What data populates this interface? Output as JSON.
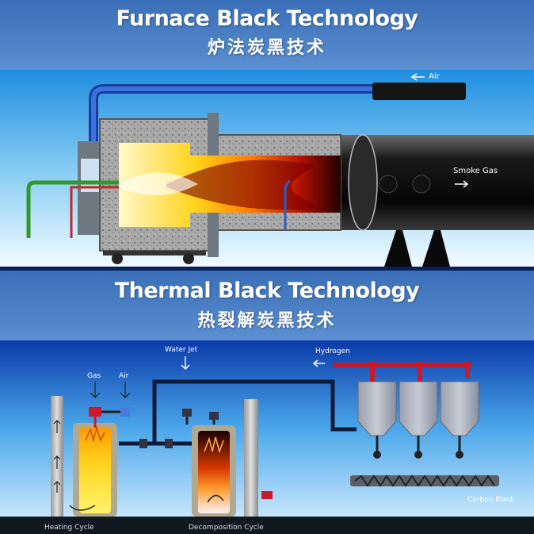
{
  "furnace": {
    "title_en": "Furnace Black Technology",
    "title_zh": "炉法炭黑技术",
    "label_air": "Air",
    "label_smoke": "Smoke Gas"
  },
  "thermal": {
    "title_en": "Thermal Black Technology",
    "title_zh": "热裂解炭黑技术",
    "label_water_jet": "Water Jet",
    "label_hydrogen": "Hydrogen",
    "label_gas": "Gas",
    "label_air": "Air",
    "label_heating_cycle": "Heating Cycle",
    "label_decomposition_cycle": "Decomposition Cycle",
    "label_carbon_black": "Carbon Black"
  }
}
